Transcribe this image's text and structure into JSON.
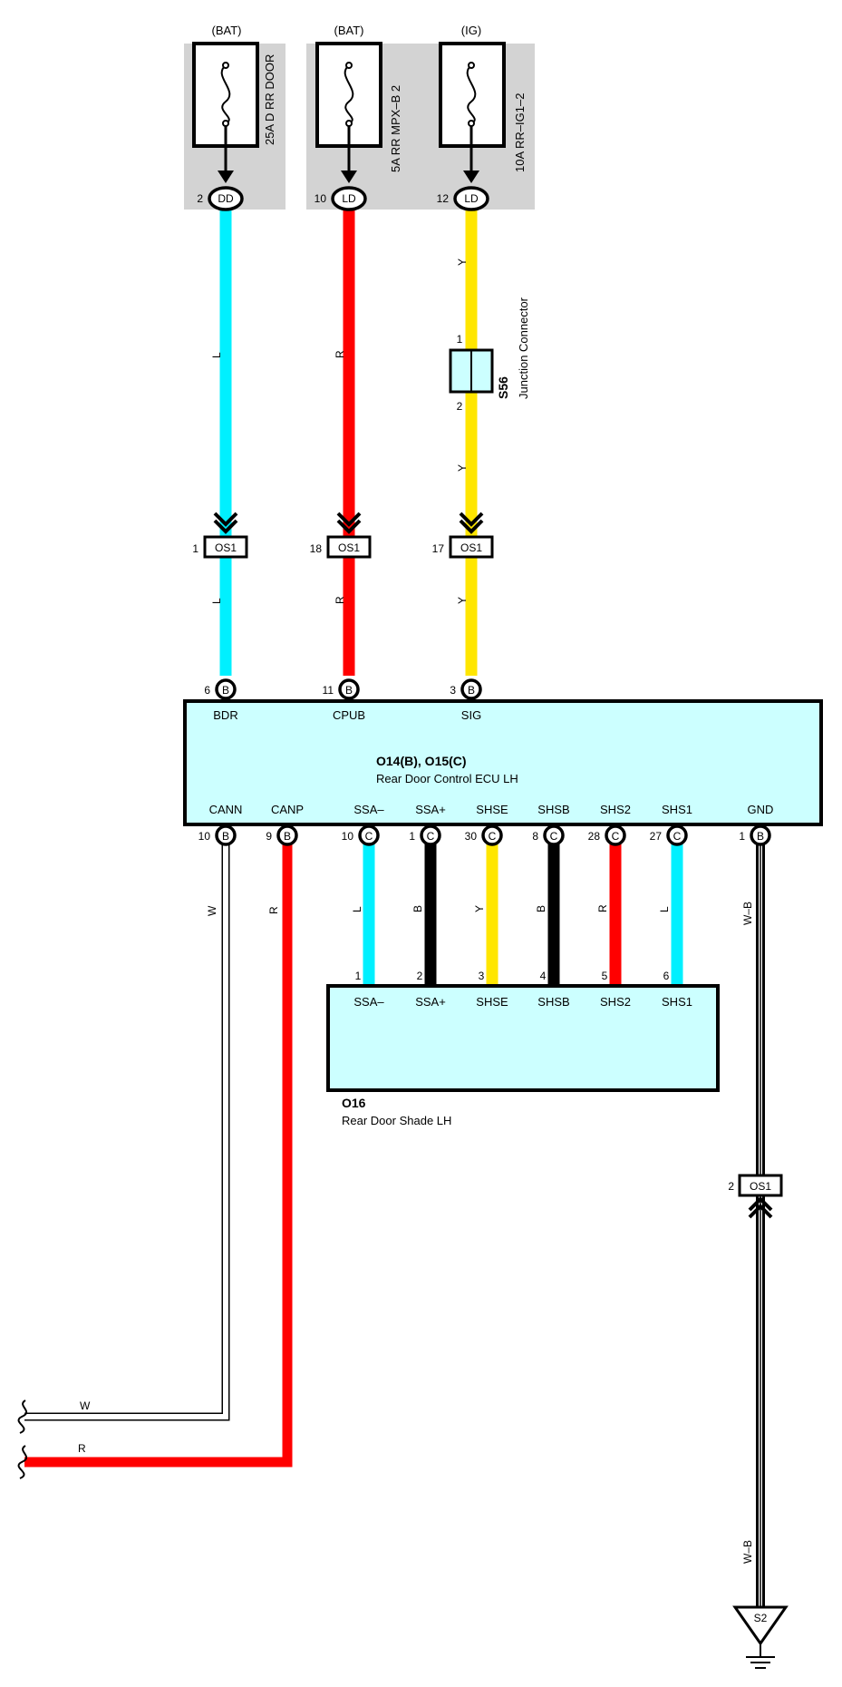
{
  "fuses": [
    {
      "source": "(BAT)",
      "label": "25A D RR DOOR",
      "pin": "2",
      "conn": "DD"
    },
    {
      "source": "(BAT)",
      "label": "5A RR MPX–B 2",
      "pin": "10",
      "conn": "LD"
    },
    {
      "source": "(IG)",
      "label": "10A RR–IG1–2",
      "pin": "12",
      "conn": "LD"
    }
  ],
  "junction": {
    "name": "S56",
    "desc": "Junction Connector",
    "pin_in": "1",
    "pin_out": "2"
  },
  "inline_connectors": [
    {
      "pin": "1",
      "name": "OS1"
    },
    {
      "pin": "18",
      "name": "OS1"
    },
    {
      "pin": "17",
      "name": "OS1"
    },
    {
      "pin": "2",
      "name": "OS1"
    }
  ],
  "top_wires": [
    {
      "color_code": "L",
      "hex": "#00f0ff"
    },
    {
      "color_code": "R",
      "hex": "#ff0000"
    },
    {
      "color_code": "Y",
      "hex": "#ffe600"
    }
  ],
  "ecu": {
    "code": "O14(B), O15(C)",
    "name": "Rear Door Control ECU LH",
    "top_pins": [
      {
        "num": "6",
        "conn": "B",
        "name": "BDR"
      },
      {
        "num": "11",
        "conn": "B",
        "name": "CPUB"
      },
      {
        "num": "3",
        "conn": "B",
        "name": "SIG"
      }
    ],
    "bottom_pins": [
      {
        "num": "10",
        "conn": "B",
        "name": "CANN"
      },
      {
        "num": "9",
        "conn": "B",
        "name": "CANP"
      },
      {
        "num": "10",
        "conn": "C",
        "name": "SSA–"
      },
      {
        "num": "1",
        "conn": "C",
        "name": "SSA+"
      },
      {
        "num": "30",
        "conn": "C",
        "name": "SHSE"
      },
      {
        "num": "8",
        "conn": "C",
        "name": "SHSB"
      },
      {
        "num": "28",
        "conn": "C",
        "name": "SHS2"
      },
      {
        "num": "27",
        "conn": "C",
        "name": "SHS1"
      },
      {
        "num": "1",
        "conn": "B",
        "name": "GND"
      }
    ]
  },
  "shade": {
    "code": "O16",
    "name": "Rear Door Shade LH",
    "pins": [
      {
        "num": "1",
        "name": "SSA–",
        "wire": "L",
        "hex": "#00f0ff"
      },
      {
        "num": "2",
        "name": "SSA+",
        "wire": "B",
        "hex": "#000000"
      },
      {
        "num": "3",
        "name": "SHSE",
        "wire": "Y",
        "hex": "#ffe600"
      },
      {
        "num": "4",
        "name": "SHSB",
        "wire": "B",
        "hex": "#000000"
      },
      {
        "num": "5",
        "name": "SHS2",
        "wire": "R",
        "hex": "#ff0000"
      },
      {
        "num": "6",
        "name": "SHS1",
        "wire": "L",
        "hex": "#00f0ff"
      }
    ]
  },
  "can_wires": [
    {
      "color_code": "W",
      "hex": "#ffffff"
    },
    {
      "color_code": "R",
      "hex": "#ff0000"
    }
  ],
  "gnd_wire": {
    "color_code": "W–B"
  },
  "ground": {
    "name": "S2"
  },
  "colors": {
    "box_fill": "#ccffff",
    "fuse_bg": "#d3d3d3"
  }
}
